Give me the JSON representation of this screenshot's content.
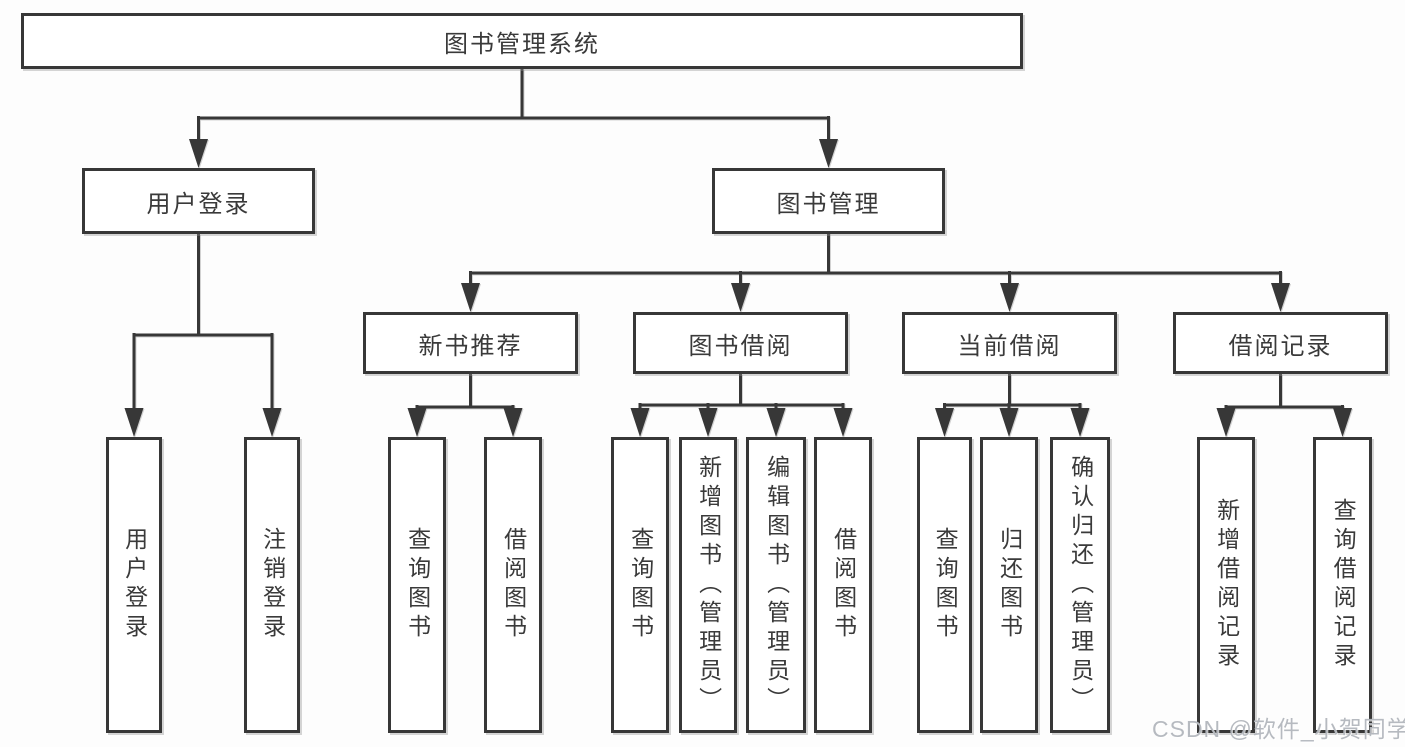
{
  "diagram": {
    "title": "图书管理系统",
    "nodes": {
      "root": "图书管理系统",
      "user_login": "用户登录",
      "book_mgmt": "图书管理",
      "new_book_rec": "新书推荐",
      "book_borrow": "图书借阅",
      "current_borrow": "当前借阅",
      "borrow_records": "借阅记录",
      "leaf_user_login": "用户登录",
      "leaf_logout": "注销登录",
      "rec_query_book": "查询图书",
      "rec_borrow_book": "借阅图书",
      "bb_query_book": "查询图书",
      "bb_add_book": "新增图书（管理员）",
      "bb_edit_book": "编辑图书（管理员）",
      "bb_borrow_book": "借阅图书",
      "cb_query_book": "查询图书",
      "cb_return_book": "归还图书",
      "cb_confirm_return": "确认归还（管理员）",
      "br_add_record": "新增借阅记录",
      "br_query_record": "查询借阅记录"
    },
    "hierarchy": {
      "label": "图书管理系统",
      "children": [
        {
          "label": "用户登录",
          "children": [
            {
              "label": "用户登录"
            },
            {
              "label": "注销登录"
            }
          ]
        },
        {
          "label": "图书管理",
          "children": [
            {
              "label": "新书推荐",
              "children": [
                {
                  "label": "查询图书"
                },
                {
                  "label": "借阅图书"
                }
              ]
            },
            {
              "label": "图书借阅",
              "children": [
                {
                  "label": "查询图书"
                },
                {
                  "label": "新增图书（管理员）"
                },
                {
                  "label": "编辑图书（管理员）"
                },
                {
                  "label": "借阅图书"
                }
              ]
            },
            {
              "label": "当前借阅",
              "children": [
                {
                  "label": "查询图书"
                },
                {
                  "label": "归还图书"
                },
                {
                  "label": "确认归还（管理员）"
                }
              ]
            },
            {
              "label": "借阅记录",
              "children": [
                {
                  "label": "新增借阅记录"
                },
                {
                  "label": "查询借阅记录"
                }
              ]
            }
          ]
        }
      ]
    },
    "colors": {
      "line": "#373737",
      "text": "#3a3a3a",
      "background": "#fdfdfd",
      "watermark": "#b2b6bd"
    }
  },
  "watermark": "CSDN @软件_小贺同学"
}
